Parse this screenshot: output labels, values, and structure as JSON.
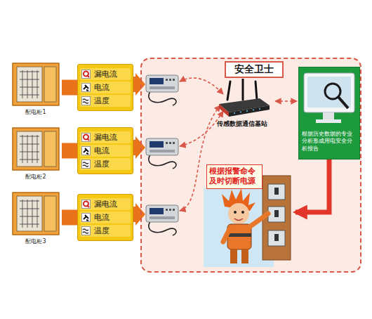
{
  "diagram": {
    "nodes": [
      {
        "text": [
          "配电柜1"
        ]
      },
      {
        "text": [
          "漏电流",
          "电流",
          "温度"
        ]
      },
      {
        "text": [
          "配电柜2"
        ]
      },
      {
        "text": [
          "漏电流",
          "电流",
          "温度"
        ]
      },
      {
        "text": [
          "配电柜3"
        ]
      },
      {
        "text": [
          "漏电流",
          "电流",
          "温度"
        ]
      },
      {
        "text": [
          "安全卫士"
        ]
      },
      {
        "text": [
          "传感数据通信基站"
        ],
        "in": 6
      },
      {
        "text": [
          "根据历史数据的专业分析形成用电安全分析报告"
        ],
        "in": 6
      },
      {
        "text": [
          "根据报警命令及时切断电源"
        ],
        "in": 6
      }
    ],
    "edges": [
      {
        "from": 0,
        "to": 1,
        "arrow": "none"
      },
      {
        "from": 2,
        "to": 3,
        "arrow": "none"
      },
      {
        "from": 4,
        "to": 5,
        "arrow": "none"
      },
      {
        "from": 7,
        "to": 8,
        "arrow": "both"
      },
      {
        "from": 8,
        "to": 9,
        "arrow": "to"
      }
    ]
  }
}
